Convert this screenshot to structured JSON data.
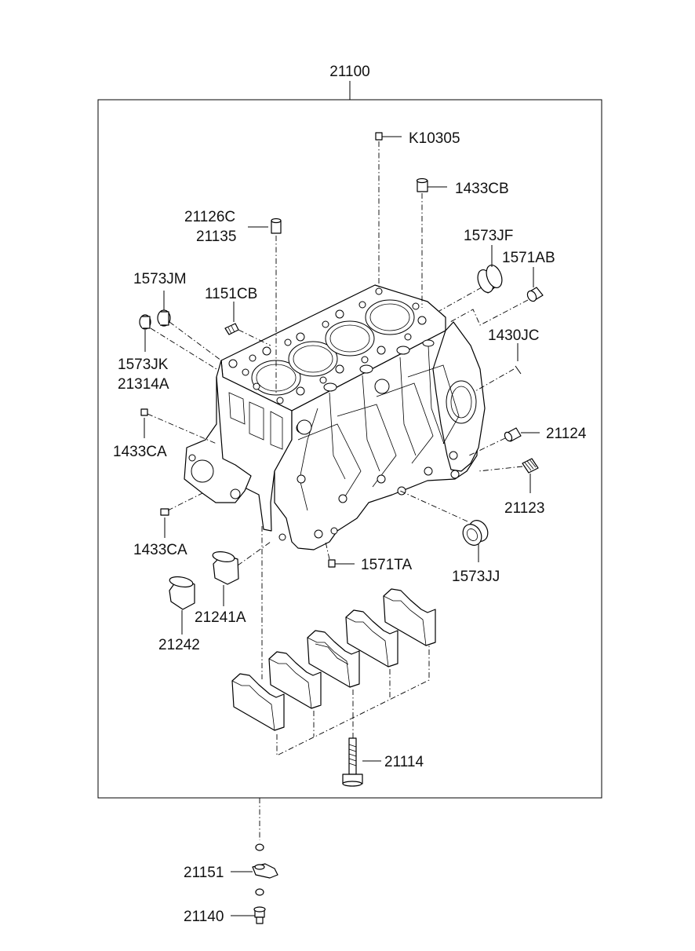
{
  "assembly": {
    "number": "21100"
  },
  "labels": {
    "k10305": "K10305",
    "p1433cb": "1433CB",
    "p21126c": "21126C",
    "p21135": "21135",
    "p1573jf": "1573JF",
    "p1571ab": "1571AB",
    "p1573jm": "1573JM",
    "p1151cb": "1151CB",
    "p1430jc": "1430JC",
    "p1573jk": "1573JK",
    "p21314a": "21314A",
    "p1433ca_upper": "1433CA",
    "p21124": "21124",
    "p21123": "21123",
    "p1433ca_lower": "1433CA",
    "p1571ta": "1571TA",
    "p1573jj": "1573JJ",
    "p21241a": "21241A",
    "p21242": "21242",
    "p21114": "21114",
    "p21151": "21151",
    "p21140": "21140"
  }
}
